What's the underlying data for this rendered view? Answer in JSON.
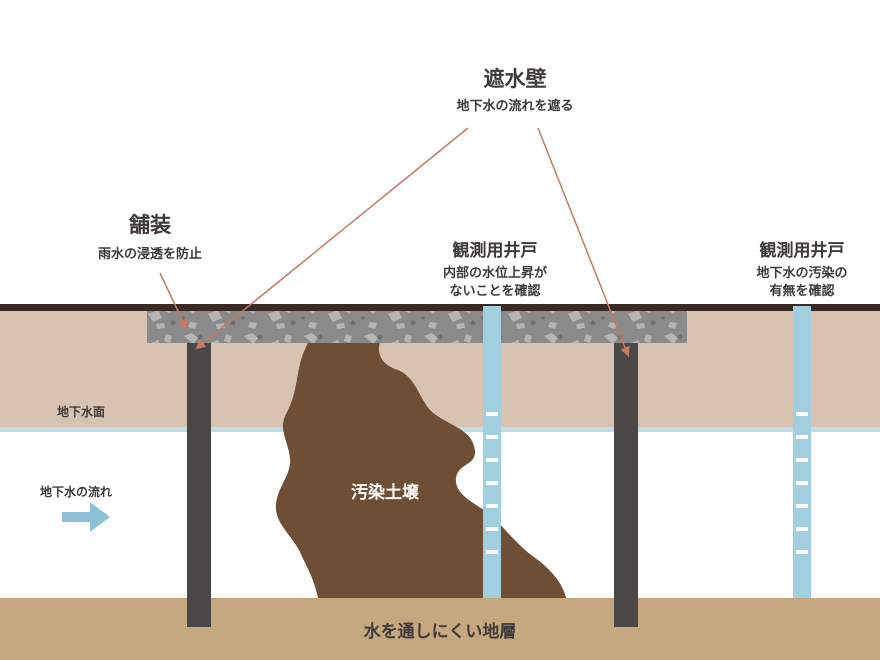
{
  "barrier": {
    "title": "遮水壁",
    "subtitle": "地下水の流れを遮る"
  },
  "paving": {
    "title": "舗装",
    "subtitle": "雨水の浸透を防止"
  },
  "well_inner": {
    "title": "観測用井戸",
    "line1": "内部の水位上昇が",
    "line2": "ないことを確認"
  },
  "well_outer": {
    "title": "観測用井戸",
    "line1": "地下水の汚染の",
    "line2": "有無を確認"
  },
  "water_table": "地下水面",
  "flow_label": "地下水の流れ",
  "contaminated_soil": "汚染土壌",
  "impermeable_layer": "水を通しにくい地層",
  "colors": {
    "soil_upper": "#d8c3b2",
    "surface_line": "#3a2a26",
    "pavement": "#8a8a8a",
    "wall": "#4a4747",
    "water_line": "#bfdbe4",
    "contaminated": "#6e4f36",
    "bottom_layer": "#c5a87f",
    "well": "#a2cfdf",
    "arrow_line": "#c47a63",
    "flow_arrow": "#8fc1d6",
    "text": "#3d3a39"
  }
}
